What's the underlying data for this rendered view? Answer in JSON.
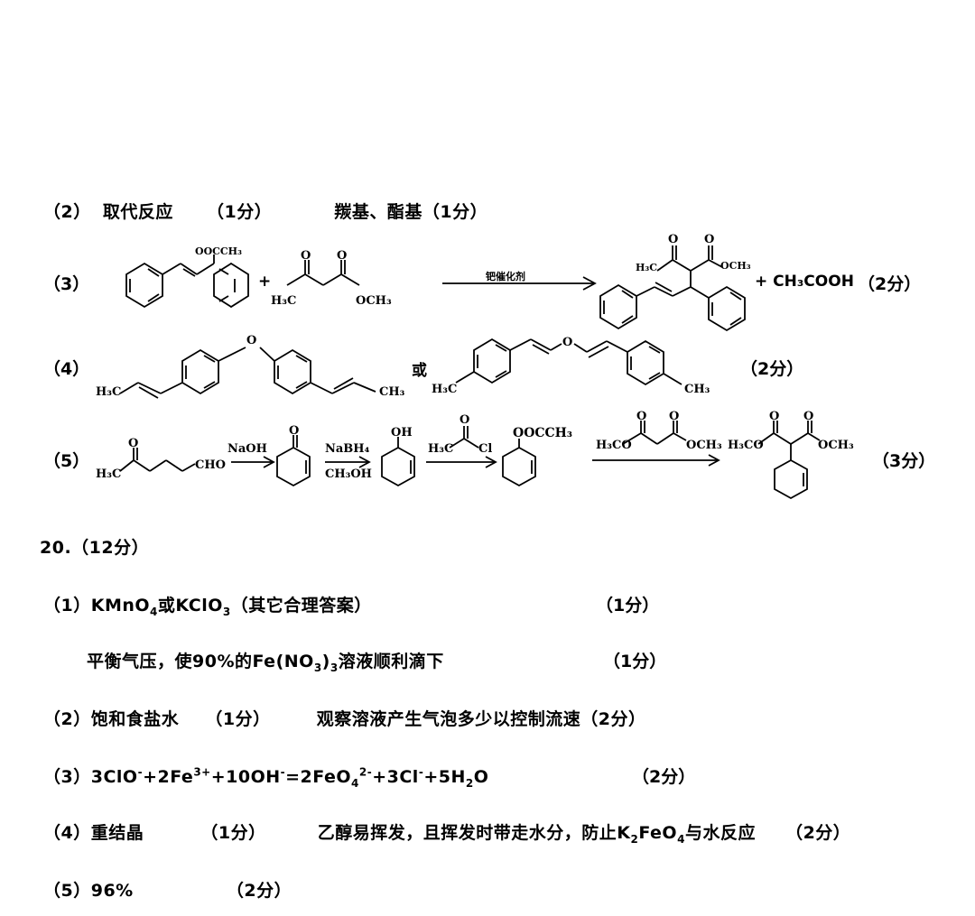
{
  "q19": {
    "p2": {
      "num": "（2）",
      "text1": "取代反应",
      "pts1": "（1分）",
      "text2": "羰基、酯基（1分）"
    },
    "p3": {
      "num": "（3）",
      "catalyst": "钯催化剂",
      "plus": "+",
      "reactant1_group": "OOCCH₃",
      "reactant2_left": "H₃C",
      "reactant2_right": "OCH₃",
      "reactant2_o1": "O",
      "reactant2_o2": "O",
      "product_left": "H₃C",
      "product_right": "OCH₃",
      "product_o1": "O",
      "product_o2": "O",
      "byproduct": "+ CH₃COOH",
      "pts": "（2分）"
    },
    "p4": {
      "num": "（4）",
      "or": "或",
      "a_left": "H₃C",
      "a_right": "CH₃",
      "a_o": "O",
      "b_left": "H₃C",
      "b_right": "CH₃",
      "b_o": "O",
      "pts": "（2分）"
    },
    "p5": {
      "num": "（5）",
      "start_left": "H₃C",
      "start_right": "CHO",
      "start_o": "O",
      "r1_top": "NaOH",
      "i1_o": "O",
      "r2_top": "NaBH₄",
      "r2_bottom": "CH₃OH",
      "i2_oh": "OH",
      "r3_o": "O",
      "r3_left": "H₃C",
      "r3_cl": "Cl",
      "i3_group": "OOCCH₃",
      "r4_o1": "O",
      "r4_o2": "O",
      "r4_left": "H₃CO",
      "r4_right": "OCH₃",
      "p_o1": "O",
      "p_o2": "O",
      "p_left": "H₃CO",
      "p_right": "OCH₃",
      "pts": "（3分）"
    }
  },
  "q20": {
    "title": "20.（12分）",
    "p1": {
      "num": "（1）",
      "text": "KMnO",
      "sub1": "4",
      "text2": "或KClO",
      "sub2": "3",
      "text3": "（其它合理答案）",
      "pts": "（1分）"
    },
    "p1b": {
      "text": "平衡气压，使90%的Fe(NO",
      "sub1": "3",
      "text2": ")",
      "sub2": "3",
      "text3": "溶液顺利滴下",
      "pts": "（1分）"
    },
    "p2": {
      "num": "（2）",
      "text1": "饱和食盐水",
      "pts1": "（1分）",
      "text2": "观察溶液产生气泡多少以控制流速（2分）"
    },
    "p3": {
      "num": "（3）",
      "eq1": "3ClO",
      "sup1": "-",
      "eq2": "+2Fe",
      "sup2": "3+",
      "eq3": "+10OH",
      "sup3": "-",
      "eq4": "=2FeO",
      "sub4": "4",
      "sup4": "2-",
      "eq5": "+3Cl",
      "sup5": "-",
      "eq6": "+5H",
      "sub6": "2",
      "eq7": "O",
      "pts": "（2分）"
    },
    "p4": {
      "num": "（4）",
      "text1": "重结晶",
      "pts1": "（1分）",
      "text2": "乙醇易挥发，且挥发时带走水分，防止K",
      "sub1": "2",
      "text3": "FeO",
      "sub2": "4",
      "text4": "与水反应",
      "pts2": "（2分）"
    },
    "p5": {
      "num": "（5）",
      "text": "96%",
      "pts": "（2分）"
    }
  }
}
